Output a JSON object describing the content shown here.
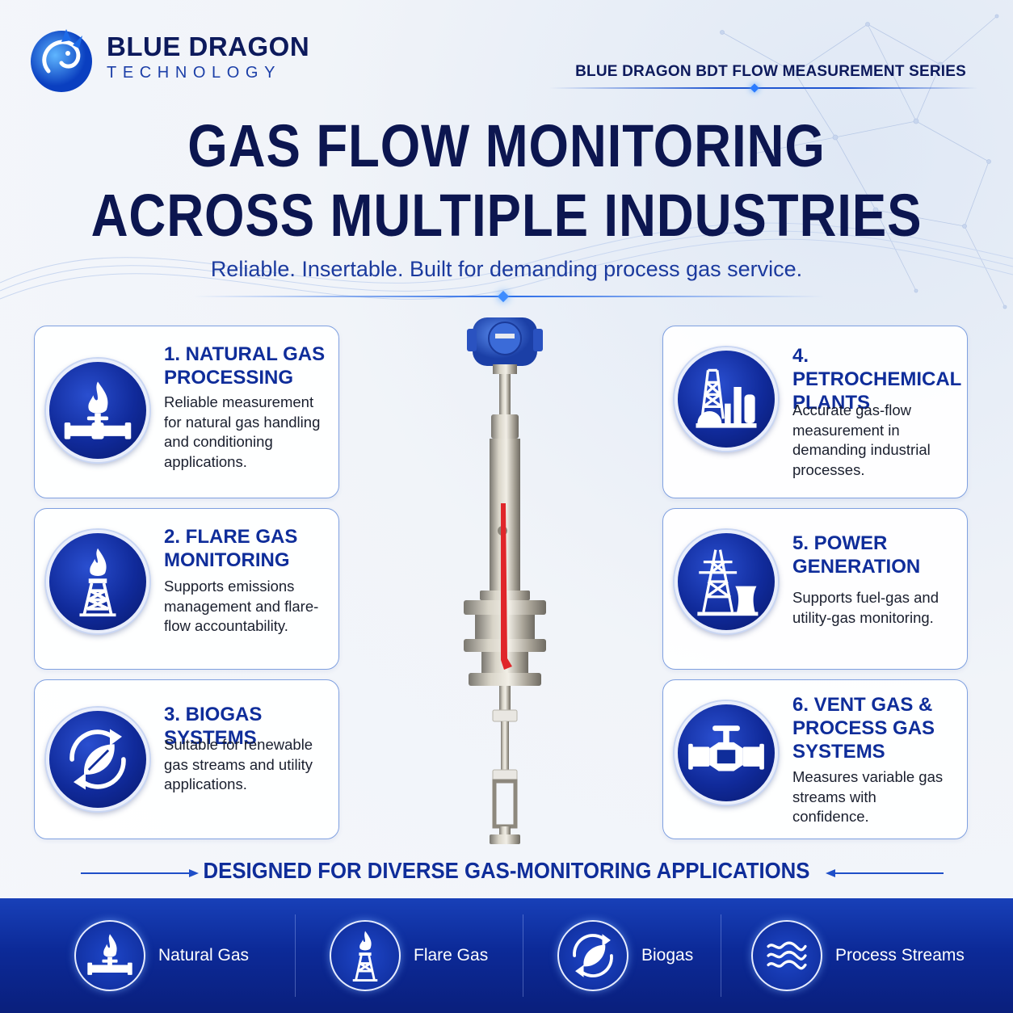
{
  "brand": {
    "name": "BLUE DRAGON",
    "sub": "TECHNOLOGY"
  },
  "series": "BLUE DRAGON BDT  FLOW MEASUREMENT SERIES",
  "title_line1": "GAS FLOW MONITORING",
  "title_line2": "ACROSS MULTIPLE INDUSTRIES",
  "subtitle": "Reliable. Insertable. Built for demanding process gas service.",
  "cards": [
    {
      "title": "1. NATURAL GAS PROCESSING",
      "desc": "Reliable measurement for natural gas handling and conditioning applications.",
      "icon": "flame-pipe-icon"
    },
    {
      "title": "2. FLARE GAS MONITORING",
      "desc": "Supports emissions management and flare-flow accountability.",
      "icon": "flare-tower-icon"
    },
    {
      "title": "3. BIOGAS SYSTEMS",
      "desc": "Suitable for renewable gas streams and utility applications.",
      "icon": "leaf-cycle-icon"
    },
    {
      "title": "4. PETROCHEMICAL PLANTS",
      "desc": "Accurate gas-flow measurement in demanding industrial processes.",
      "icon": "refinery-icon"
    },
    {
      "title": "5. POWER GENERATION",
      "desc": "Supports fuel-gas and utility-gas monitoring.",
      "icon": "power-tower-icon"
    },
    {
      "title": "6. VENT GAS & PROCESS GAS SYSTEMS",
      "desc": "Measures variable gas streams with confidence.",
      "icon": "valve-pipe-icon"
    }
  ],
  "tagline": "DESIGNED FOR DIVERSE  GAS-MONITORING APPLICATIONS",
  "bottom": [
    {
      "label": "Natural Gas",
      "icon": "flame-pipe-icon"
    },
    {
      "label": "Flare Gas",
      "icon": "flare-tower-icon"
    },
    {
      "label": "Biogas",
      "icon": "leaf-cycle-icon"
    },
    {
      "label": "Process Streams",
      "icon": "waves-icon"
    }
  ],
  "colors": {
    "navy": "#0c1650",
    "accent_blue": "#0f2d9a",
    "banner_blue": "#0c2a98",
    "valve_red": "#e0262a"
  }
}
